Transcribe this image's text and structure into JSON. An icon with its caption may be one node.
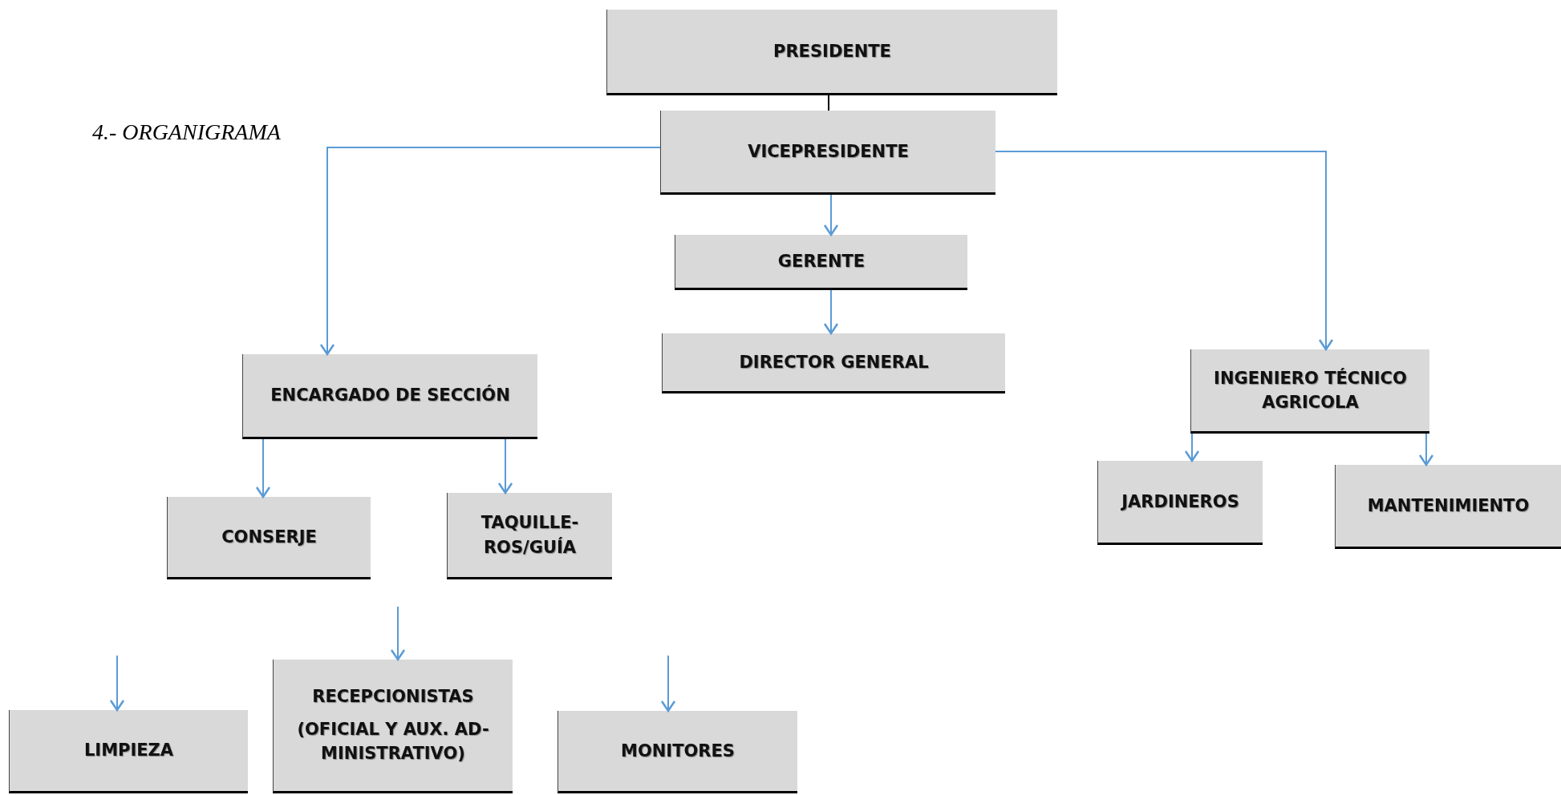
{
  "diagram": {
    "title": "4.- ORGANIGRAMA",
    "nodes": [
      {
        "text": [
          "PRESIDENTE"
        ]
      },
      {
        "text": [
          "VICEPRESIDENTE"
        ]
      },
      {
        "text": [
          "GERENTE"
        ]
      },
      {
        "text": [
          "DIRECTOR GENERAL"
        ]
      },
      {
        "text": [
          "ENCARGADO DE SECCIÓN"
        ]
      },
      {
        "text": [
          "INGENIERO TÉCNICO AGRICOLA"
        ]
      },
      {
        "text": [
          "CONSERJE"
        ]
      },
      {
        "text": [
          "TAQUILLE- ROS/GUÍA"
        ]
      },
      {
        "text": [
          "JARDINEROS"
        ]
      },
      {
        "text": [
          "MANTENIMIENTO"
        ]
      },
      {
        "text": [
          "LIMPIEZA"
        ]
      },
      {
        "text": [
          "RECEPCIONISTAS",
          "(OFICIAL Y AUX. AD- MINISTRATIVO)"
        ]
      },
      {
        "text": [
          "MONITORES"
        ]
      }
    ],
    "edges": [
      {
        "from": 0,
        "to": 1,
        "arrow": "none",
        "color": "#000000"
      },
      {
        "from": 1,
        "to": 4,
        "arrow": "to"
      },
      {
        "from": 1,
        "to": 2,
        "arrow": "to"
      },
      {
        "from": 2,
        "to": 3,
        "arrow": "to"
      },
      {
        "from": 1,
        "to": 5,
        "arrow": "to"
      },
      {
        "from": 4,
        "to": 6,
        "arrow": "to"
      },
      {
        "from": 4,
        "to": 7,
        "arrow": "to"
      },
      {
        "from": 5,
        "to": 8,
        "arrow": "to"
      },
      {
        "from": 5,
        "to": 9,
        "arrow": "to"
      },
      {
        "from": null,
        "to": 10,
        "arrow": "to"
      },
      {
        "from": null,
        "to": 11,
        "arrow": "to"
      },
      {
        "from": null,
        "to": 12,
        "arrow": "to"
      }
    ]
  }
}
